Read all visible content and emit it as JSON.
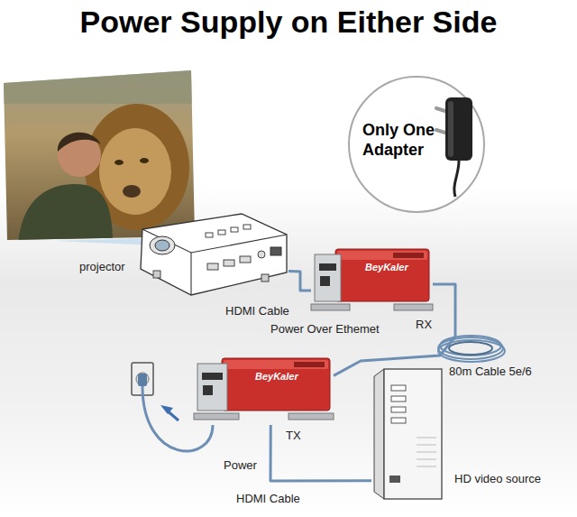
{
  "diagram": {
    "title": "Power Supply on Either Side",
    "nodes": [
      {
        "text": [
          "Only One Adapter"
        ]
      },
      {
        "text": [
          "projector"
        ]
      },
      {
        "text": [
          "RX"
        ]
      },
      {
        "text": [
          "TX"
        ]
      },
      {
        "text": [
          "HD video source"
        ]
      }
    ],
    "edges": [
      {
        "from": 1,
        "to": 2,
        "arrow": "none",
        "label": "HDMI Cable"
      },
      {
        "from": 2,
        "to": 3,
        "arrow": "none",
        "label": "80m Cable 5e/6"
      },
      {
        "from": 3,
        "to": 4,
        "arrow": "none",
        "label": "HDMI Cable"
      }
    ],
    "labels": [
      "Power Over Ethemet",
      "Power",
      "BeyKaler",
      "BeyKaler"
    ]
  }
}
